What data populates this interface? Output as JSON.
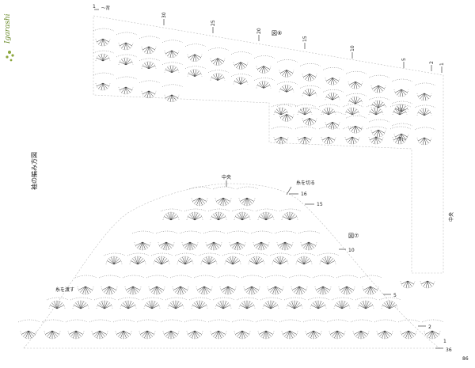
{
  "brand": {
    "name": "Igarashi"
  },
  "side_title": "袖の編み方図",
  "page_number": "86",
  "figure8": {
    "label": "図⑧",
    "row_labels": [
      "1",
      "30",
      "25",
      "20",
      "15",
      "10",
      "5",
      "2",
      "1"
    ],
    "right_label": "中央",
    "top_note": "～背"
  },
  "figure7": {
    "label": "図⑦",
    "top_label": "中央",
    "cut_note": "糸を切る",
    "row_labels": [
      "16",
      "15",
      "10",
      "5",
      "2",
      "1",
      "36"
    ],
    "left_note": "糸を渡す"
  }
}
